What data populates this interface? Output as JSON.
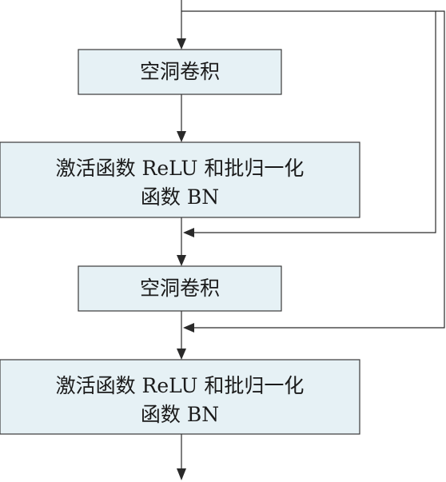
{
  "boxes": [
    {
      "lines": [
        "空洞卷积"
      ]
    },
    {
      "lines": [
        "激活函数 ReLU 和批归一化",
        "函数 BN"
      ]
    },
    {
      "lines": [
        "空洞卷积"
      ]
    },
    {
      "lines": [
        "激活函数 ReLU 和批归一化",
        "函数 BN"
      ]
    }
  ]
}
